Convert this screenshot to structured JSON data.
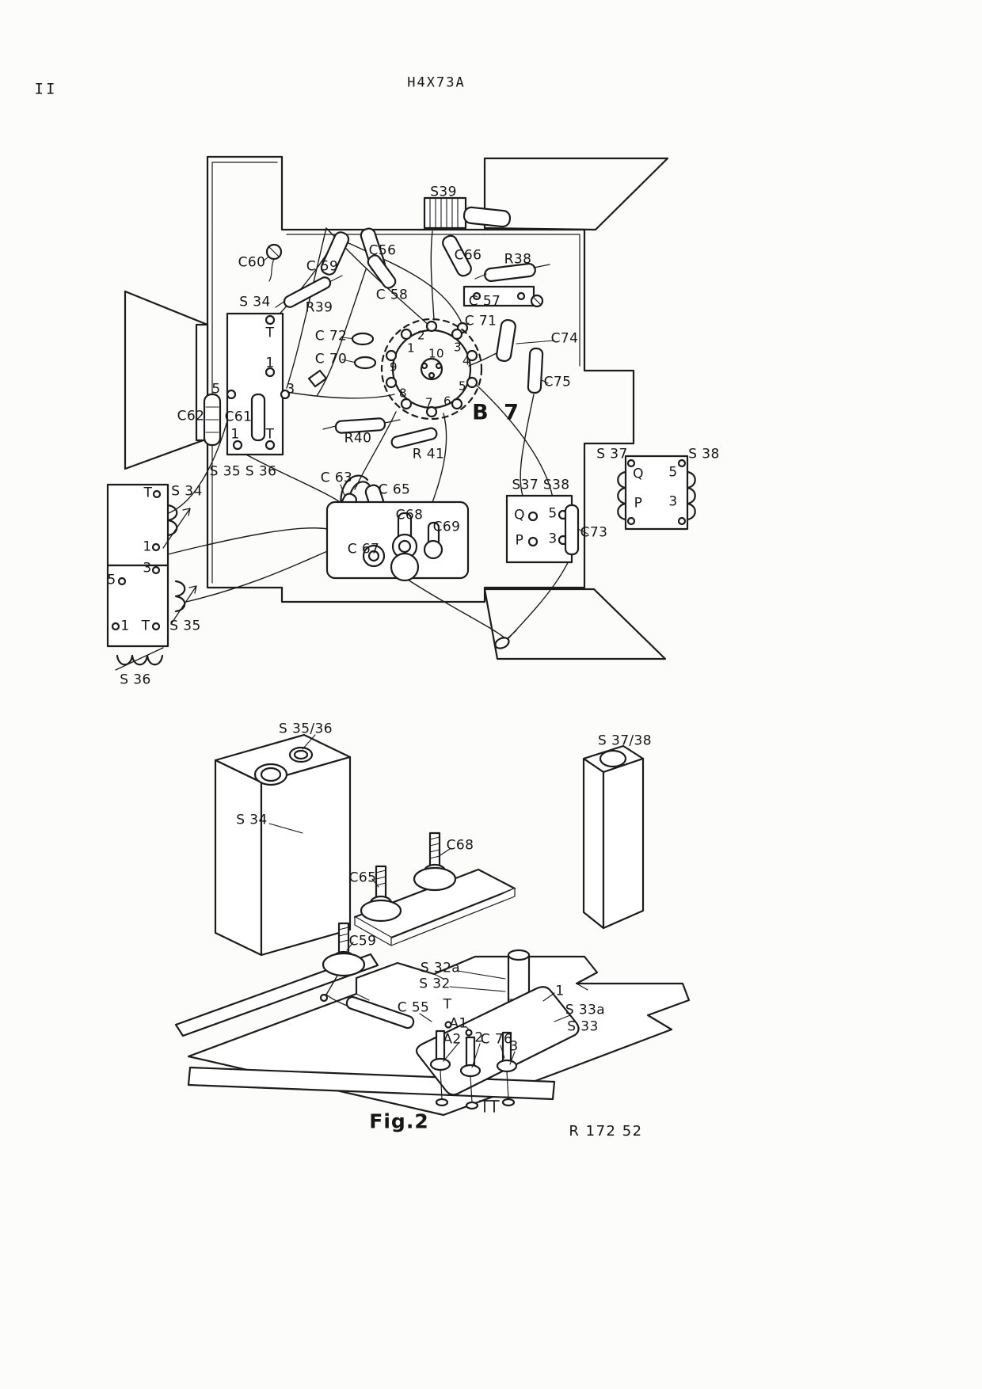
{
  "page": {
    "number": "II",
    "header": "H4X73A"
  },
  "figure": {
    "caption": "Fig.2",
    "reference": "R 172 52"
  },
  "top_view": {
    "tube_label": "B 7",
    "components": {
      "s39": "S39",
      "c60": "C60",
      "c59": "C 59",
      "c56": "C56",
      "c66": "C66",
      "r38": "R38",
      "s34": "S 34",
      "r39": "R39",
      "c58": "C 58",
      "c57": "C 57",
      "c71": "C 71",
      "c72": "C 72",
      "c74": "C74",
      "c70": "C 70",
      "c75": "C75",
      "c62": "C62",
      "c61": "C61",
      "r40": "R40",
      "r41": "R 41",
      "s35_s36": "S 35 S 36",
      "c63": "C 63",
      "c65": "C 65",
      "c67": "C 67",
      "c68": "C68",
      "c69": "C69",
      "c73": "C73"
    },
    "socket_pins": [
      "1",
      "2",
      "3",
      "4",
      "5",
      "6",
      "7",
      "8",
      "9",
      "10"
    ],
    "relay": {
      "t_top": "T",
      "one_mid": "1",
      "five": "5",
      "three": "3",
      "one_bot": "1",
      "t_bot": "T"
    },
    "switch_block": {
      "heading": "S37 S38",
      "q": "Q",
      "five": "5",
      "p": "P",
      "three": "3"
    },
    "right_block": {
      "s37": "S 37",
      "s38": "S 38",
      "q": "Q",
      "five": "5",
      "p": "P",
      "three": "3"
    },
    "left_blocks": {
      "t_top": "T",
      "s34": "S 34",
      "one_mid": "1",
      "three": "3",
      "five": "5",
      "one_bot": "1",
      "t_bot": "T",
      "s35": "S 35",
      "s36": "S 36"
    }
  },
  "bottom_view": {
    "labels": {
      "s35_36": "S 35/36",
      "s37_38": "S 37/38",
      "s34": "S 34",
      "c68": "C68",
      "c65": "C65",
      "c59": "C59",
      "s32a": "S 32a",
      "s32": "S 32",
      "c55": "C 55",
      "t": "T",
      "one": "1",
      "a1": "A1",
      "a2": "A2",
      "two": "2",
      "c76": "C 76",
      "three": "3",
      "s33a": "S 33a",
      "s33": "S 33"
    }
  }
}
